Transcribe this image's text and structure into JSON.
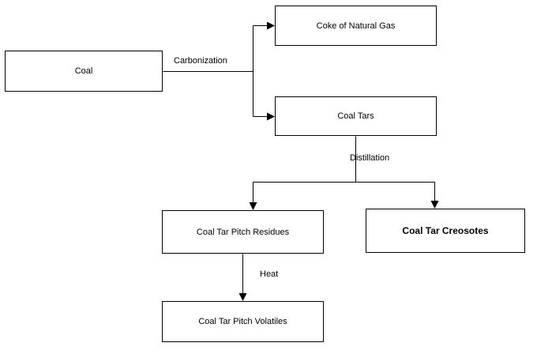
{
  "diagram": {
    "type": "flowchart",
    "nodes": {
      "coal": "Coal",
      "coke_of_natural_gas": "Coke of Natural Gas",
      "coal_tars": "Coal Tars",
      "coal_tar_pitch_residues": "Coal Tar Pitch Residues",
      "coal_tar_creosotes": "Coal Tar Creosotes",
      "coal_tar_pitch_volatiles": "Coal Tar Pitch Volatiles"
    },
    "edges": {
      "carbonization": "Carbonization",
      "distillation": "Distillation",
      "heat": "Heat"
    },
    "relations": [
      {
        "from": "coal",
        "label": "Carbonization",
        "to": [
          "coke_of_natural_gas",
          "coal_tars"
        ]
      },
      {
        "from": "coal_tars",
        "label": "Distillation",
        "to": [
          "coal_tar_pitch_residues",
          "coal_tar_creosotes"
        ]
      },
      {
        "from": "coal_tar_pitch_residues",
        "label": "Heat",
        "to": [
          "coal_tar_pitch_volatiles"
        ]
      }
    ],
    "colors": {
      "line": "#000000",
      "box_border": "#000000",
      "box_fill": "#ffffff",
      "background": "#ffffff"
    }
  }
}
